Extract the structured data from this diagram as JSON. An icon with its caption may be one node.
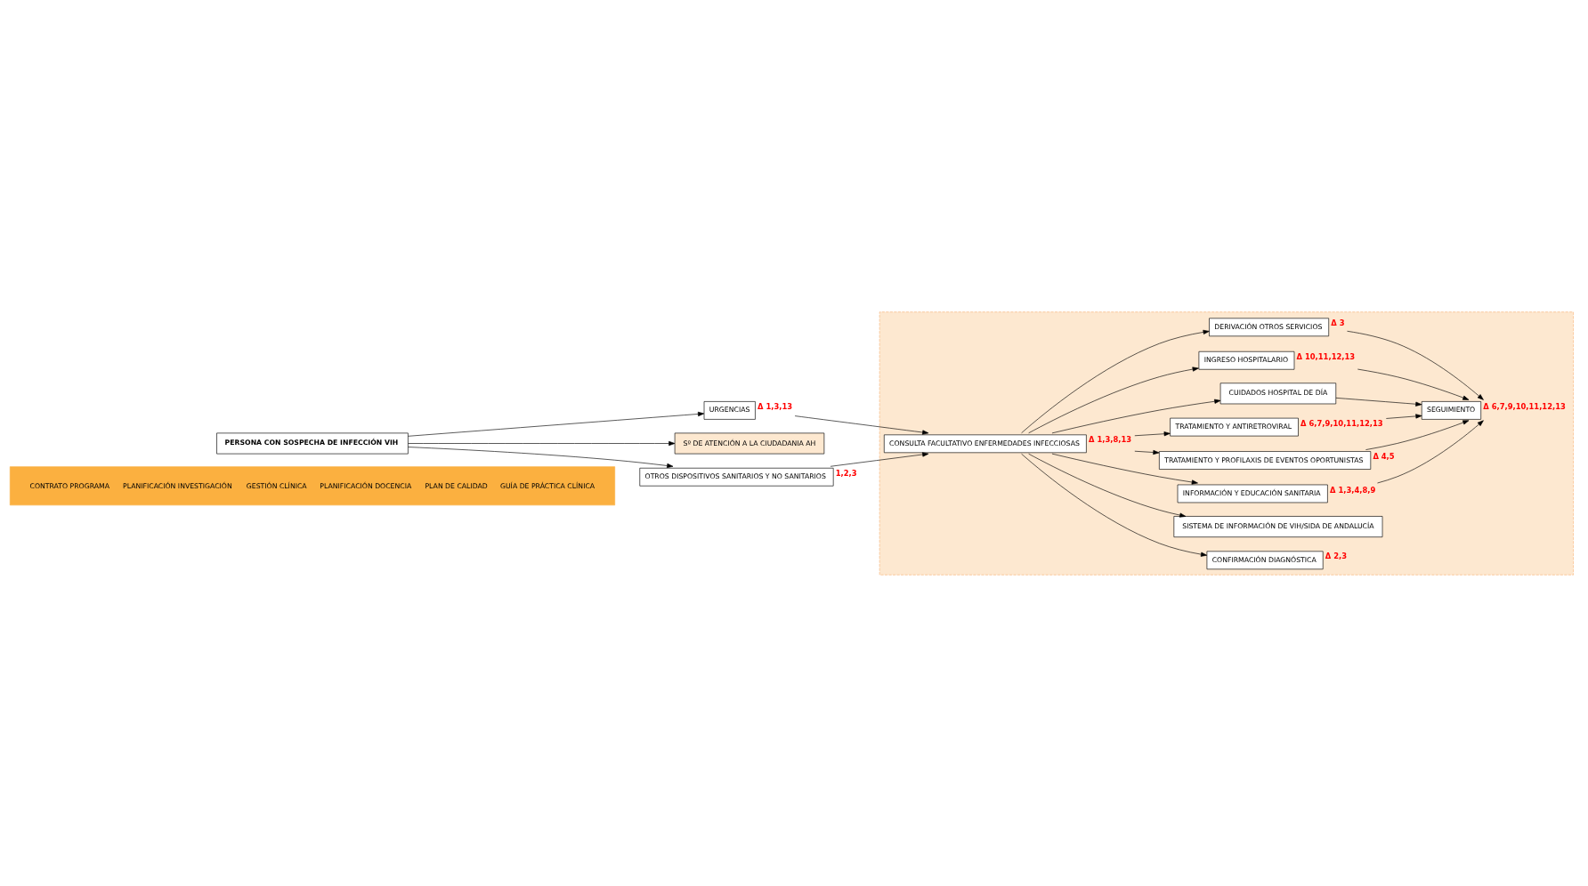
{
  "diagram": {
    "nodes": [
      {
        "text": [
          "CONTRATO PROGRAMA",
          "PLANIFICACIÓN INVESTIGACIÓN",
          "GESTIÓN CLÍNICA",
          "PLANIFICACIÓN DOCENCIA",
          "PLAN DE CALIDAD",
          "GUÍA DE PRÁCTICA CLÍNICA"
        ]
      },
      {
        "text": [
          "PERSONA CON SOSPECHA DE INFECCIÓN VIH"
        ]
      },
      {
        "text": [
          "URGENCIAS"
        ],
        "beside": [
          "Δ 1,3,13"
        ]
      },
      {
        "text": [
          "Sº DE ATENCIÓN A LA CIUDADANIA AH"
        ]
      },
      {
        "text": [],
        "shape": "box"
      },
      {
        "text": [
          "CONFIRMACIÓN DIAGNÓSTICA"
        ],
        "in": 4,
        "beside": [
          "Δ 2,3"
        ]
      },
      {
        "text": [
          "CONSULTA FACULTATIVO ENFERMEDADES INFECCIOSAS"
        ],
        "in": 4,
        "beside": [
          "Δ 1,3,8,13"
        ]
      },
      {
        "text": [
          "SISTEMA DE INFORMACIÓN DE VIH/SIDA DE ANDALUCÍA"
        ],
        "in": 4
      },
      {
        "text": [
          "INFORMACIÓN Y EDUCACIÓN SANITARIA"
        ],
        "in": 4,
        "beside": [
          "Δ 1,3,4,8,9"
        ]
      },
      {
        "text": [
          "TRATAMIENTO Y PROFILAXIS DE EVENTOS OPORTUNISTAS"
        ],
        "in": 4,
        "beside": [
          "Δ 4,5"
        ]
      },
      {
        "text": [
          "TRATAMIENTO Y ANTIRETROVIRAL"
        ],
        "in": 4,
        "beside": [
          "Δ 6,7,9,10,11,12,13"
        ]
      },
      {
        "text": [
          "CUIDADOS HOSPITAL DE DÍA"
        ],
        "in": 4
      },
      {
        "text": [
          "INGRESO HOSPITALARIO"
        ],
        "in": 4,
        "beside": [
          "Δ 10,11,12,13"
        ]
      },
      {
        "text": [
          "DERIVACIÓN OTROS SERVICIOS"
        ],
        "in": 4,
        "beside": [
          "Δ 3"
        ]
      },
      {
        "text": [
          "SEGUIMIENTO"
        ],
        "in": 4,
        "beside": [
          "Δ 6,7,9,10,11,12,13"
        ]
      },
      {
        "text": [
          "OTROS DISPOSITIVOS SANITARIOS Y NO SANITARIOS"
        ],
        "beside": [
          "1,2,3"
        ]
      }
    ],
    "edges": [
      {
        "from": 1,
        "to": 2,
        "arrow": "to"
      },
      {
        "from": 1,
        "to": 3,
        "arrow": "to"
      },
      {
        "from": 1,
        "to": 15,
        "arrow": "to"
      },
      {
        "from": 2,
        "to": 6,
        "arrow": "to"
      },
      {
        "from": 15,
        "to": 6,
        "arrow": "to"
      },
      {
        "from": 6,
        "to": 5,
        "arrow": "to"
      },
      {
        "from": 6,
        "to": 7,
        "arrow": "to"
      },
      {
        "from": 6,
        "to": 8,
        "arrow": "to"
      },
      {
        "from": 6,
        "to": 9,
        "arrow": "to"
      },
      {
        "from": 6,
        "to": 10,
        "arrow": "to"
      },
      {
        "from": 6,
        "to": 11,
        "arrow": "to"
      },
      {
        "from": 6,
        "to": 12,
        "arrow": "to"
      },
      {
        "from": 6,
        "to": 13,
        "arrow": "to"
      },
      {
        "from": 8,
        "to": 14,
        "arrow": "to"
      },
      {
        "from": 9,
        "to": 14,
        "arrow": "to"
      },
      {
        "from": 10,
        "to": 14,
        "arrow": "to"
      },
      {
        "from": 11,
        "to": 14,
        "arrow": "to"
      },
      {
        "from": 12,
        "to": 14,
        "arrow": "to"
      },
      {
        "from": 13,
        "to": 14,
        "arrow": "to"
      }
    ]
  }
}
